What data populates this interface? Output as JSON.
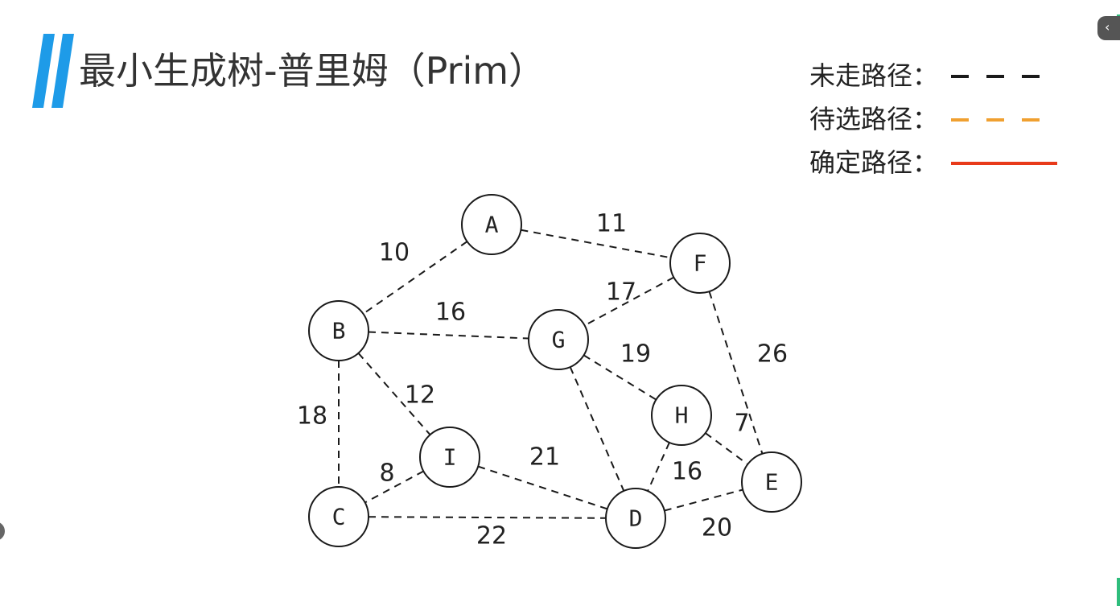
{
  "title": "最小生成树-普里姆（Prim）",
  "legend": {
    "items": [
      {
        "label": "未走路径：",
        "style": "dashed",
        "color": "#1a1a1a"
      },
      {
        "label": "待选路径：",
        "style": "dashed",
        "color": "#f0a030"
      },
      {
        "label": "确定路径：",
        "style": "solid",
        "color": "#e83a1a"
      }
    ]
  },
  "graph": {
    "nodes": [
      "A",
      "B",
      "C",
      "D",
      "E",
      "F",
      "G",
      "H",
      "I"
    ],
    "edges": [
      {
        "from": "A",
        "to": "B",
        "weight": "10"
      },
      {
        "from": "A",
        "to": "F",
        "weight": "11"
      },
      {
        "from": "B",
        "to": "G",
        "weight": "16"
      },
      {
        "from": "B",
        "to": "I",
        "weight": "12"
      },
      {
        "from": "B",
        "to": "C",
        "weight": "18"
      },
      {
        "from": "F",
        "to": "G",
        "weight": "17"
      },
      {
        "from": "F",
        "to": "E",
        "weight": "26"
      },
      {
        "from": "G",
        "to": "H",
        "weight": "19"
      },
      {
        "from": "G",
        "to": "D",
        "weight": ""
      },
      {
        "from": "H",
        "to": "E",
        "weight": "7"
      },
      {
        "from": "H",
        "to": "D",
        "weight": "16"
      },
      {
        "from": "I",
        "to": "C",
        "weight": "8"
      },
      {
        "from": "I",
        "to": "D",
        "weight": "21"
      },
      {
        "from": "C",
        "to": "D",
        "weight": "22"
      },
      {
        "from": "D",
        "to": "E",
        "weight": "20"
      }
    ]
  },
  "colors": {
    "title_bar": "#1e9be8",
    "edge": "#1a1a1a"
  },
  "side_tab_icon": "chevron-left-icon",
  "side_tab_glyph": "‹"
}
